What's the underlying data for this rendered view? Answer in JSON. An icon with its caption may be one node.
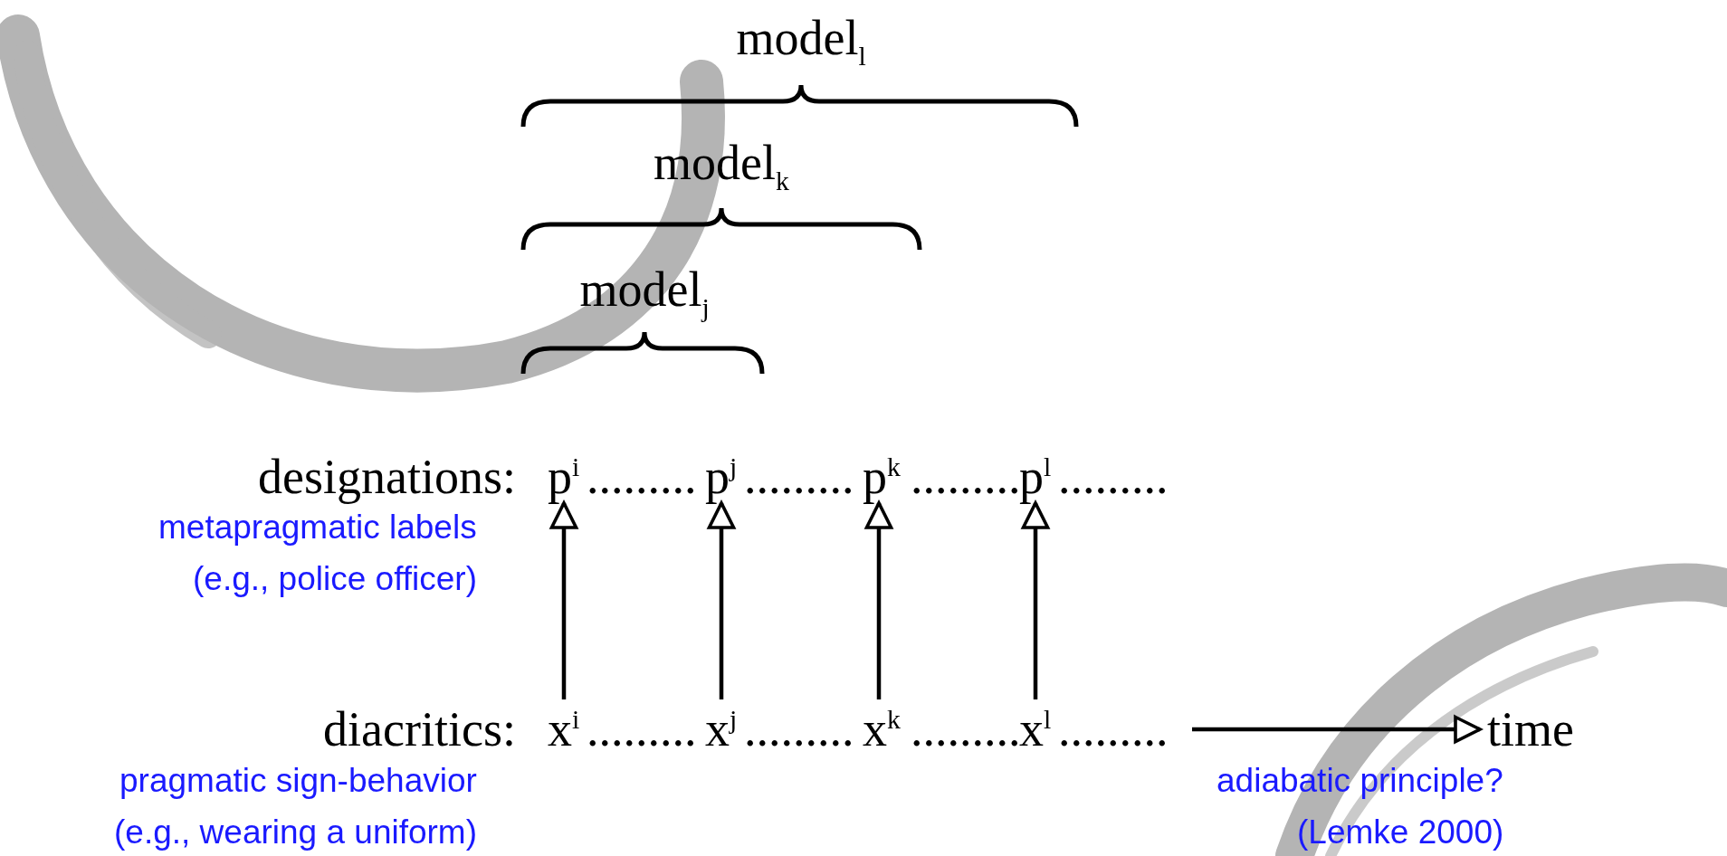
{
  "diagram": {
    "nodes": [
      {
        "text": [
          "p$^{i}$"
        ]
      },
      {
        "text": [
          "p$^{j}$"
        ]
      },
      {
        "text": [
          "p$^{k}$"
        ]
      },
      {
        "text": [
          "p$^{l}$"
        ]
      },
      {
        "text": [
          "x$^{i}$"
        ]
      },
      {
        "text": [
          "x$^{j}$"
        ]
      },
      {
        "text": [
          "x$^{k}$"
        ]
      },
      {
        "text": [
          "x$^{l}$"
        ]
      },
      {
        "text": [
          "time"
        ]
      }
    ],
    "edges": [
      {
        "from": 4,
        "to": 0,
        "arrow": "to"
      },
      {
        "from": 5,
        "to": 1,
        "arrow": "to"
      },
      {
        "from": 6,
        "to": 2,
        "arrow": "to"
      },
      {
        "from": 7,
        "to": 3,
        "arrow": "to"
      },
      {
        "from": null,
        "to": 8,
        "arrow": "to"
      }
    ],
    "labels": [
      "model$_{l}$",
      "model$_{k}$",
      "model$_{j}$",
      "designations:",
      ".........",
      ".........",
      ".........",
      ".........",
      "metapragmatic labels",
      "(e.g., police officer)",
      "diacritics:",
      ".........",
      ".........",
      ".........",
      ".........",
      "pragmatic sign-behavior",
      "(e.g., wearing a uniform)",
      "adiabatic principle?",
      "(Lemke 2000)"
    ]
  }
}
